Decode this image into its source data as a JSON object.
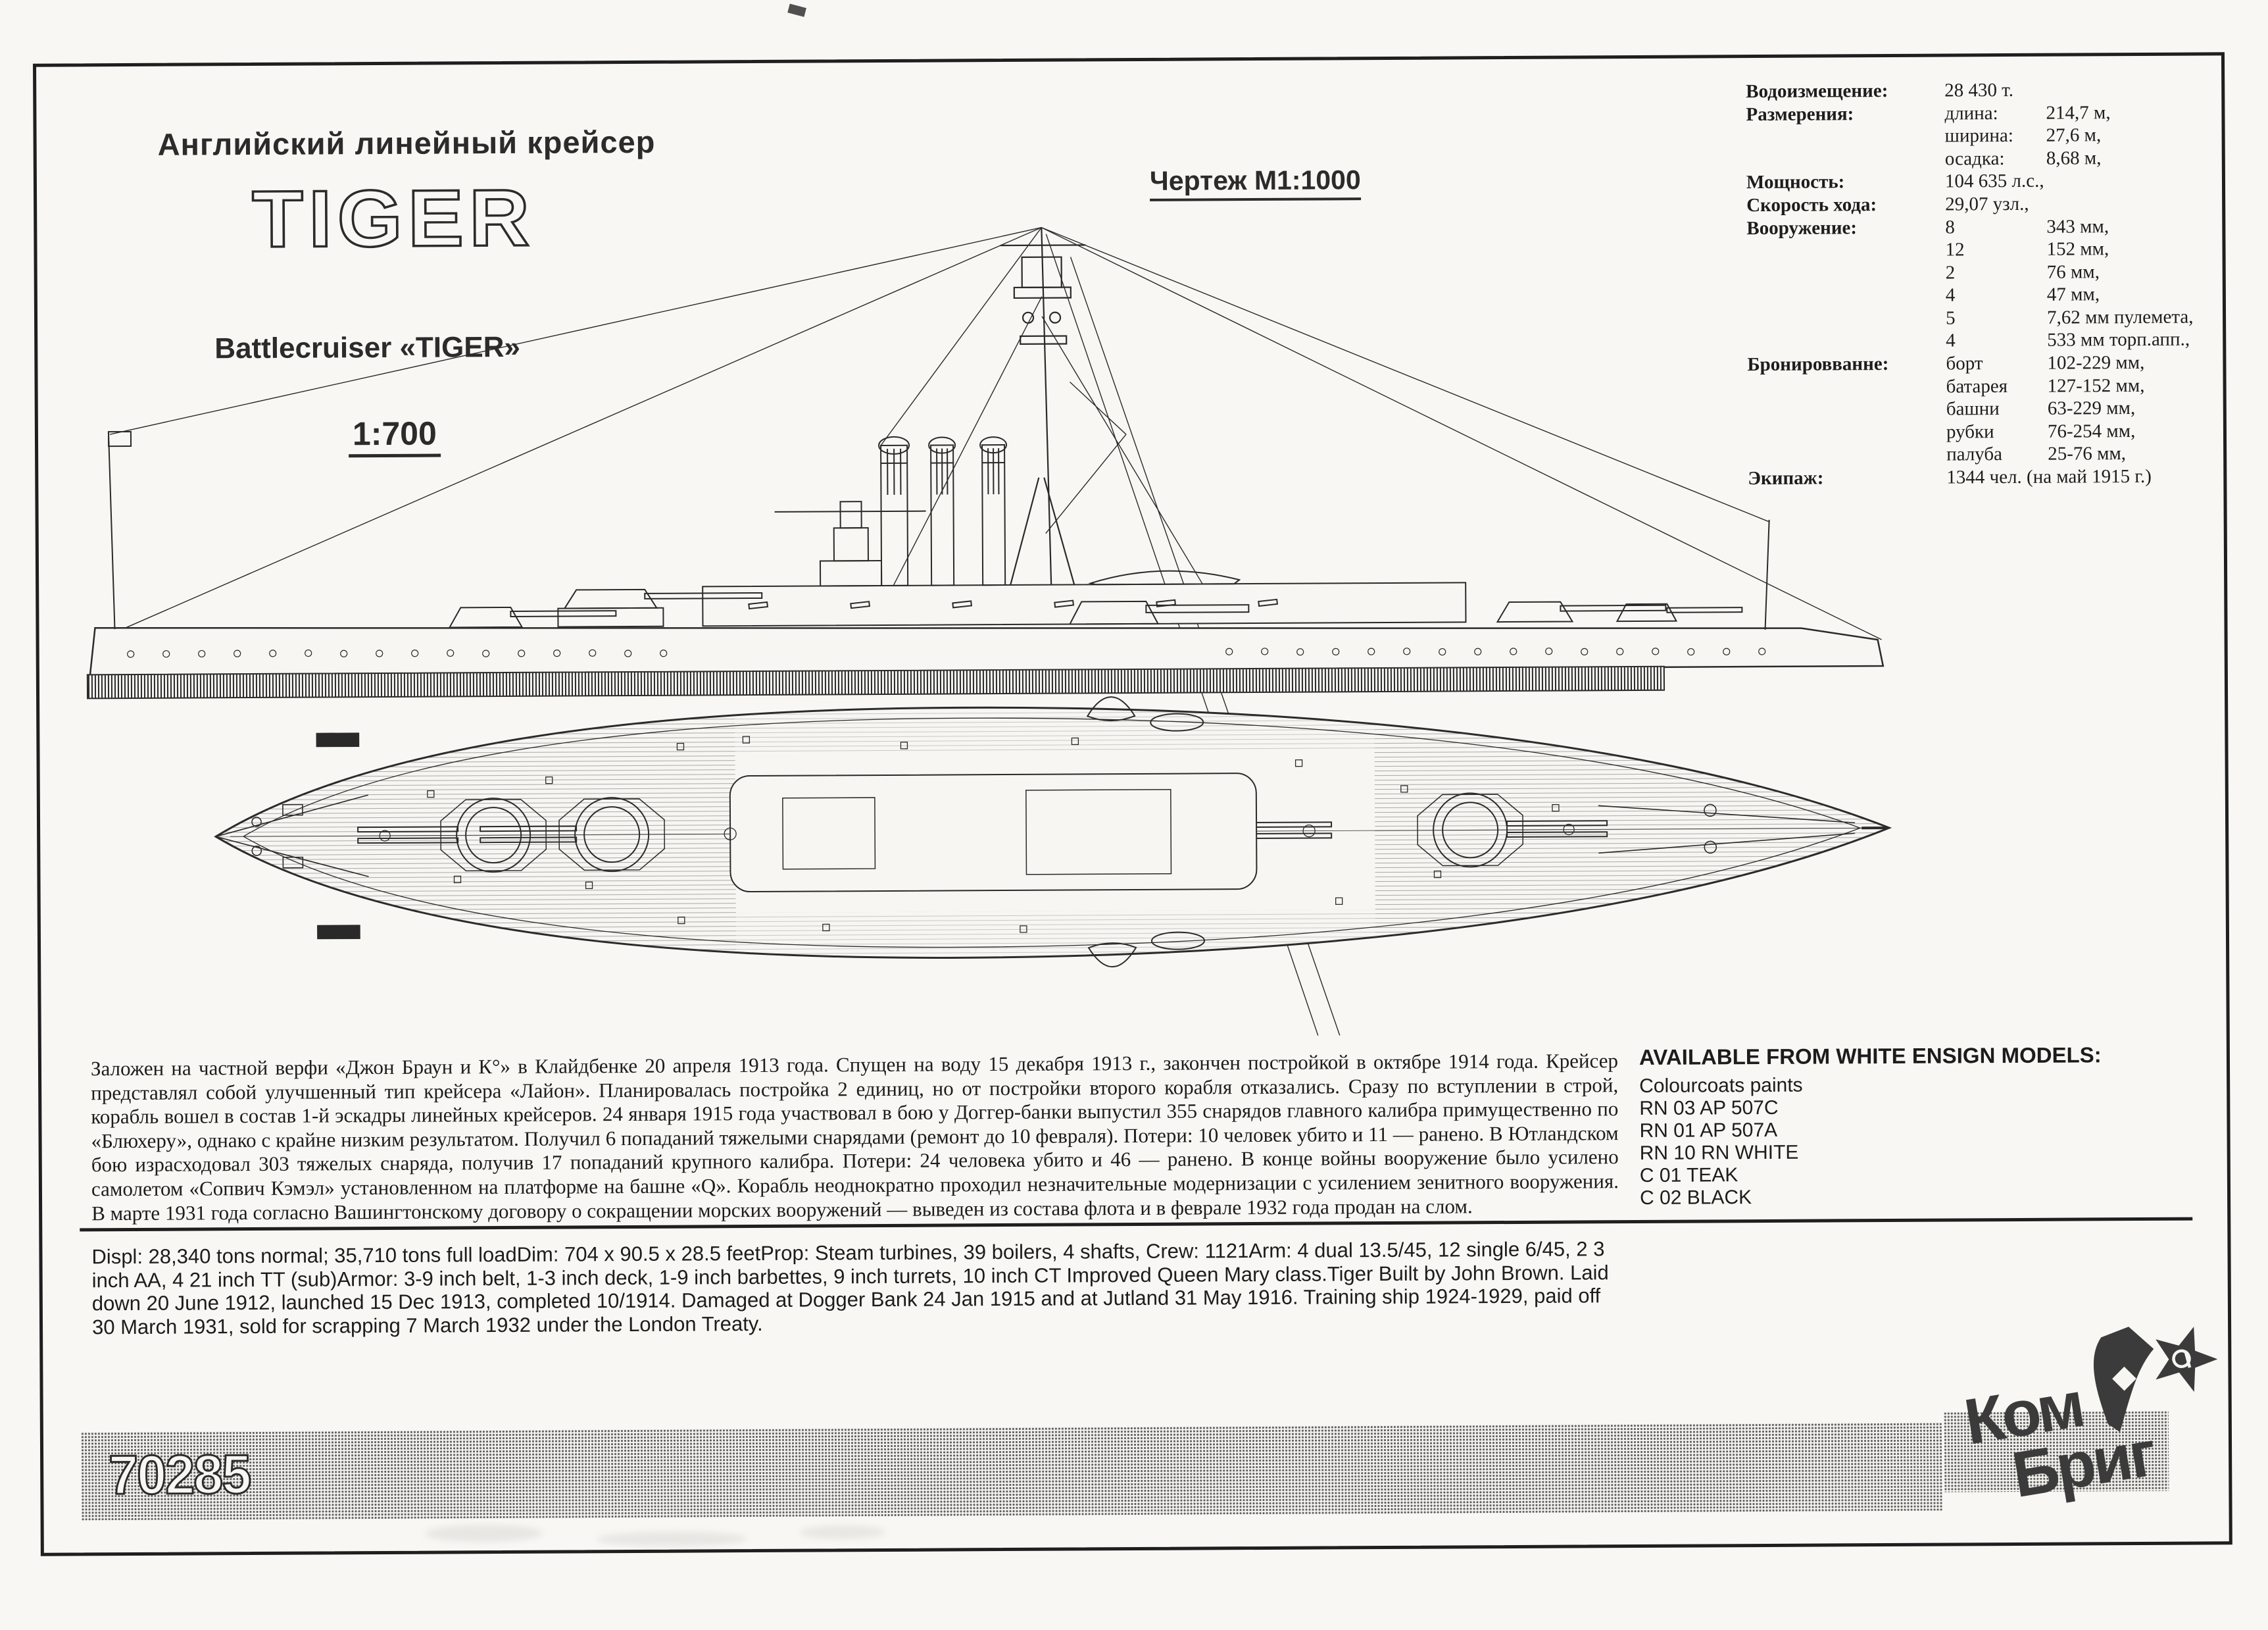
{
  "document": {
    "title_ru": "Английский линейный крейсер",
    "ship_name": "TIGER",
    "subtitle": "Battlecruiser «TIGER»",
    "kit_scale": "1:700",
    "drawing_scale": "Чертеж М1:1000",
    "catalog_number": "70285"
  },
  "specs": {
    "rows": [
      {
        "label": "Водоизмещение:",
        "col1": "28 430 т.",
        "col2": ""
      },
      {
        "label": "Размерения:",
        "col1": "длина:",
        "col2": "214,7 м,"
      },
      {
        "label": "",
        "col1": "ширина:",
        "col2": "27,6 м,"
      },
      {
        "label": "",
        "col1": "осадка:",
        "col2": "8,68 м,"
      },
      {
        "label": "Мощность:",
        "col1": "104 635 л.с.,",
        "col2": ""
      },
      {
        "label": "Скорость хода:",
        "col1": "29,07 узл.,",
        "col2": ""
      },
      {
        "label": "Вооружение:",
        "col1": "8",
        "col2": "343 мм,"
      },
      {
        "label": "",
        "col1": "12",
        "col2": "152 мм,"
      },
      {
        "label": "",
        "col1": "2",
        "col2": "76 мм,"
      },
      {
        "label": "",
        "col1": "4",
        "col2": "47 мм,"
      },
      {
        "label": "",
        "col1": "5",
        "col2": "7,62 мм пулемета,"
      },
      {
        "label": "",
        "col1": "4",
        "col2": "533 мм торп.апп.,"
      },
      {
        "label": "Бронировванне:",
        "col1": "борт",
        "col2": "102-229 мм,"
      },
      {
        "label": "",
        "col1": "батарея",
        "col2": "127-152 мм,"
      },
      {
        "label": "",
        "col1": "башни",
        "col2": "63-229 мм,"
      },
      {
        "label": "",
        "col1": "рубки",
        "col2": "76-254 мм,"
      },
      {
        "label": "",
        "col1": "палуба",
        "col2": "25-76 мм,"
      },
      {
        "label": "Экипаж:",
        "col1": "1344 чел. (на май 1915 г.)",
        "col2": ""
      }
    ]
  },
  "history_ru": "Заложен на частной верфи «Джон Браун и К°» в Клайдбенке 20 апреля 1913 года. Спущен на воду 15 декабря 1913 г., закончен постройкой в октябре 1914 года. Крейсер представлял собой улучшенный тип крейсера «Лайон». Планировалась постройка 2 единиц, но от постройки второго корабля отказались. Сразу по вступлении в строй, корабль вошел в состав 1-й эскадры линейных крейсеров. 24 января 1915 года участвовал в бою у Доггер-банки выпустил 355 снарядов главного калибра примущественно по «Блюхеру», однако с крайне низким результатом. Получил 6 попаданий тяжелыми снарядами (ремонт до 10 февраля). Потери: 10 человек убито и 11 — ранено. В Ютландском бою израсходовал 303 тяжелых снаряда, получив 17 попаданий крупного калибра. Потери: 24 человека убито и 46 — ранено. В конце войны вооружение было усилено самолетом «Сопвич Кэмэл» установленном на платформе на башне «Q». Корабль неоднократно проходил незначительные модернизации с усилением зенитного вооружения. В марте 1931 года согласно Вашингтонскому договору о сокращении морских вооружений — выведен из состава флота и в феврале 1932 года продан на слом.",
  "history_en": "Displ: 28,340 tons normal; 35,710 tons full loadDim: 704 x 90.5 x 28.5 feetProp: Steam turbines, 39 boilers, 4 shafts, Crew: 1121Arm: 4 dual 13.5/45, 12 single 6/45, 2 3 inch AA, 4 21 inch TT (sub)Armor: 3-9 inch belt, 1-3 inch deck, 1-9 inch barbettes, 9 inch turrets, 10 inch CT Improved Queen Mary class.Tiger Built by John Brown. Laid down 20 June 1912, launched 15 Dec 1913, completed 10/1914. Damaged at Dogger Bank 24 Jan 1915 and at Jutland 31 May 1916. Training ship 1924-1929, paid off 30 March 1931, sold for scrapping 7 March 1932 under the London Treaty.",
  "wem": {
    "heading": "AVAILABLE FROM WHITE ENSIGN MODELS:",
    "lines": [
      "Colourcoats paints",
      "RN 03 AP 507C",
      "RN 01 AP 507A",
      "RN 10 RN WHITE",
      "C 01 TEAK",
      "C 02 BLACK"
    ]
  },
  "logo": {
    "top": "Ком",
    "bottom": "Бриг"
  },
  "colors": {
    "ink": "#222222",
    "paper": "#f7f6f2",
    "halftone_dot": "#5f5f5f"
  }
}
